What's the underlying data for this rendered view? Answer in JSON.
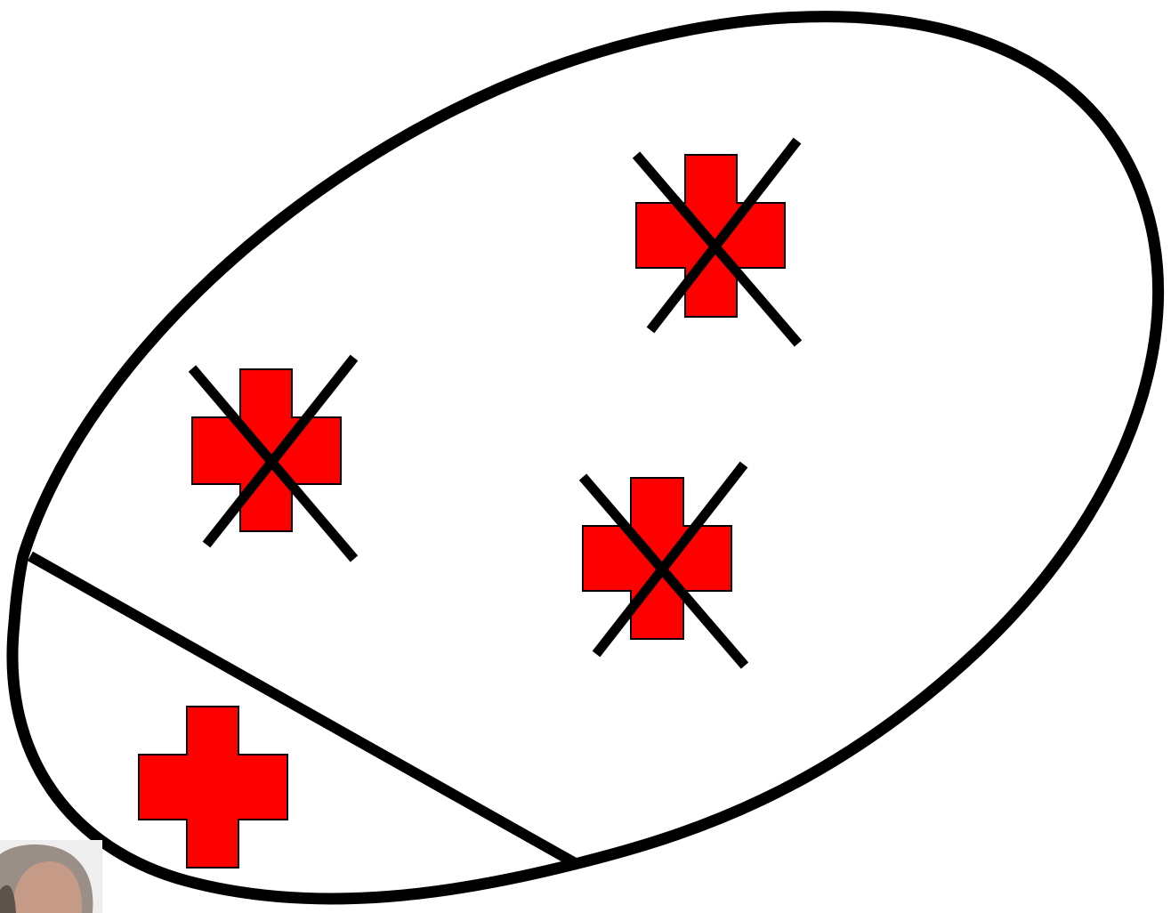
{
  "diagram": {
    "stroke_color": "#000000",
    "cross_fill": "#ff0000",
    "cross_outline": "#000000",
    "background": "#ffffff",
    "crosses": [
      {
        "name": "cross-top-right",
        "struck_out": true
      },
      {
        "name": "cross-left",
        "struck_out": true
      },
      {
        "name": "cross-center",
        "struck_out": true
      },
      {
        "name": "cross-bottom-left",
        "struck_out": false
      }
    ],
    "photo": {
      "icon": "person-photo-icon",
      "colors": {
        "skin": "#c59a86",
        "hair": "#9a8f87",
        "bg": "#eeeeee"
      }
    }
  }
}
